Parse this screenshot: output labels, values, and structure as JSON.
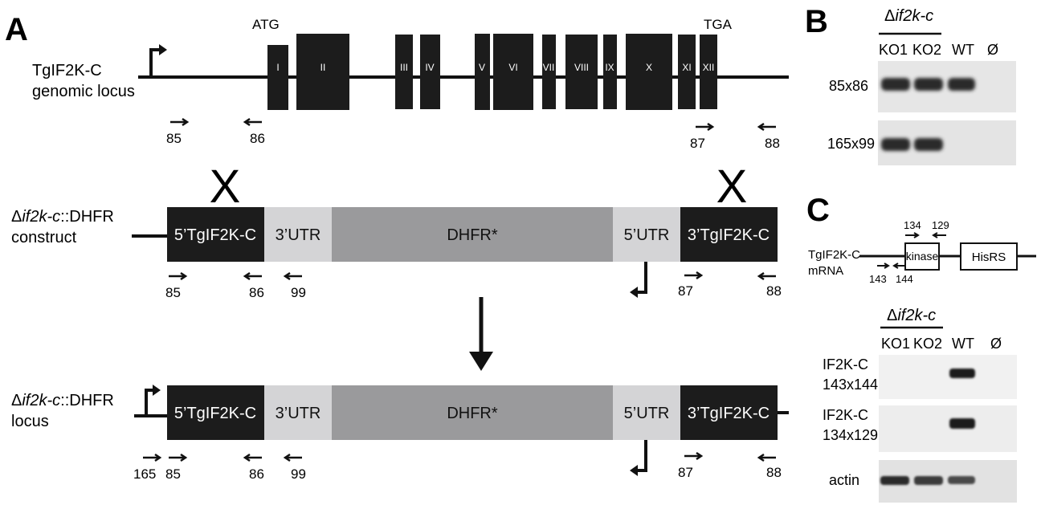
{
  "panel_a": {
    "letter": "A",
    "genomic_label_1": "TgIF2K-C",
    "genomic_label_2": "genomic locus",
    "start_codon": "ATG",
    "stop_codon": "TGA",
    "exons": [
      "I",
      "II",
      "III",
      "IV",
      "V",
      "VI",
      "VII",
      "VIII",
      "IX",
      "X",
      "XI",
      "XII"
    ],
    "genomic_primers": [
      "85",
      "86",
      "87",
      "88"
    ],
    "cross_mark": "X",
    "construct_label_delta": "Δ",
    "construct_label_italic": "if2k-c",
    "construct_label_rest": "::DHFR",
    "construct_label_2": "construct",
    "locus_label_2": "locus",
    "segments": {
      "five_prime": "5’TgIF2K-C",
      "utr3": "3’UTR",
      "dhfr": "DHFR*",
      "utr5": "5’UTR",
      "three_prime": "3’TgIF2K-C"
    },
    "construct_primers": [
      "85",
      "86",
      "99",
      "87",
      "88"
    ],
    "locus_primers": [
      "165",
      "85",
      "86",
      "99",
      "87",
      "88"
    ]
  },
  "panel_b": {
    "letter": "B",
    "header_delta": "Δ",
    "header_italic": "if2k-c",
    "lanes": [
      "KO1",
      "KO2",
      "WT",
      "Ø"
    ],
    "rows": [
      "85x86",
      "165x99"
    ]
  },
  "panel_c": {
    "letter": "C",
    "mrna_label_1": "TgIF2K-C",
    "mrna_label_2": "mRNA",
    "domain_kinase": "kinase",
    "domain_hisrs": "HisRS",
    "mrna_primers": [
      "134",
      "129",
      "143",
      "144"
    ],
    "header_delta": "Δ",
    "header_italic": "if2k-c",
    "lanes": [
      "KO1",
      "KO2",
      "WT",
      "Ø"
    ],
    "row1_line1": "IF2K-C",
    "row1_line2": "143x144",
    "row2_line1": "IF2K-C",
    "row2_line2": "134x129",
    "row3": "actin"
  },
  "colors": {
    "black_segment": "#1c1c1c",
    "utr": "#d4d4d6",
    "dhfr": "#9a9a9c",
    "gel_background": "#e6e6e6"
  }
}
